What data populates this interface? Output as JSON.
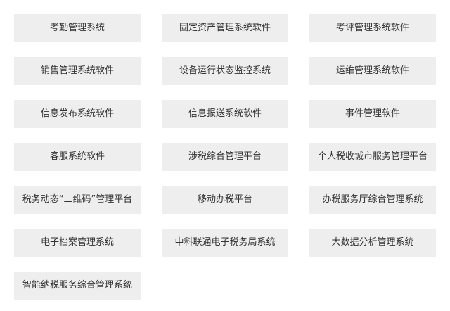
{
  "systems": [
    "考勤管理系统",
    "固定资产管理系统软件",
    "考评管理系统软件",
    "销售管理系统软件",
    "设备运行状态监控系统",
    "运维管理系统软件",
    "信息发布系统软件",
    "信息报送系统软件",
    "事件管理软件",
    "客服系统软件",
    "涉税综合管理平台",
    "个人税收城市服务管理平台",
    "税务动态“二维码”管理平台",
    "移动办税平台",
    "办税服务厅综合管理系统",
    "电子档案管理系统",
    "中科联通电子税务局系统",
    "大数据分析管理系统",
    "智能纳税服务综合管理系统"
  ]
}
